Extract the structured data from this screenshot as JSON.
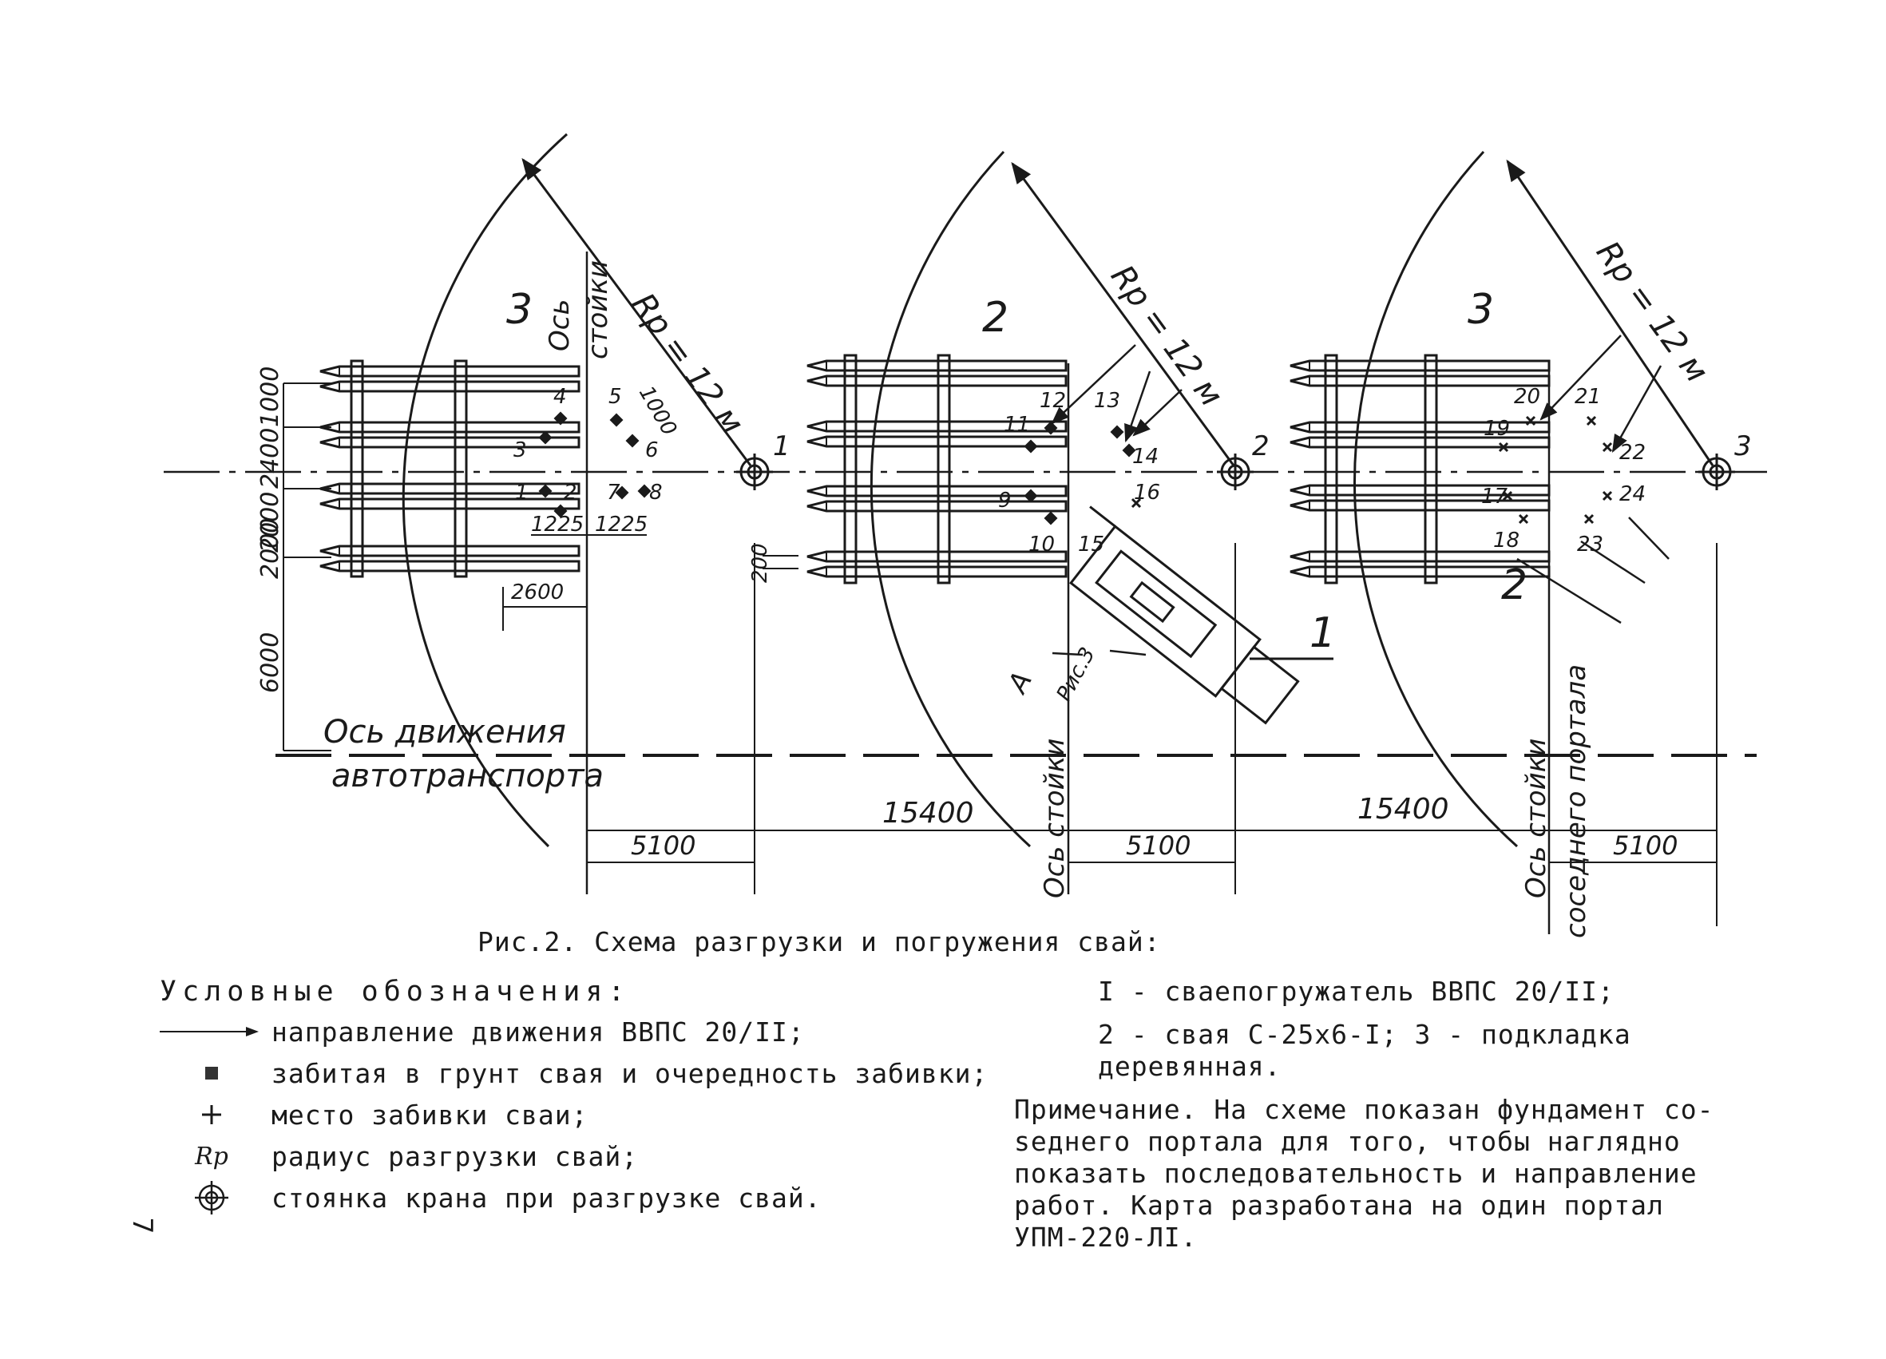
{
  "diagram": {
    "radius_labels": [
      "Rp = 12 м",
      "Rp = 12 м",
      "Rp = 12 м"
    ],
    "crane_labels": [
      "1",
      "2",
      "3"
    ],
    "item_numbers": [
      "3",
      "2",
      "1",
      "3",
      "2"
    ],
    "pile_numbers": [
      "1",
      "2",
      "3",
      "4",
      "5",
      "6",
      "7",
      "8",
      "9",
      "10",
      "11",
      "12",
      "13",
      "14",
      "15",
      "16",
      "17",
      "18",
      "19",
      "20",
      "21",
      "22",
      "23",
      "24"
    ],
    "row_dimensions": [
      "1000",
      "2400",
      "2000",
      "2000",
      "6000"
    ],
    "small_dimensions": [
      "1225",
      "1225",
      "2600",
      "1000",
      "200"
    ],
    "span_dimensions": [
      "15400",
      "15400"
    ],
    "offset_dimensions": [
      "5100",
      "5100",
      "5100"
    ],
    "axis_labels": {
      "stand_axis": [
        "Ось",
        "стойки"
      ],
      "motion_axis": [
        "Ось движения",
        "автотранспорта"
      ],
      "stand_axis_2": "Ось стойки",
      "neighbor_axis": [
        "Ось стойки",
        "соседнего портала"
      ]
    },
    "view_marker": [
      "А",
      "Рис.3"
    ]
  },
  "caption": "Рис.2. Схема разгрузки и погружения свай:",
  "legend": {
    "title": "Условные обозначения:",
    "items": [
      {
        "icon": "arrow-line-icon",
        "text": "направление движения ВВПС 20/II;"
      },
      {
        "icon": "filled-square-icon",
        "text": "забитая в грунт свая и очередность забивки;"
      },
      {
        "icon": "plus-icon",
        "text": "место забивки сваи;"
      },
      {
        "icon": "radius-symbol",
        "symbol": "Rp",
        "text": "радиус разгрузки свай;"
      },
      {
        "icon": "crane-target-icon",
        "text": "стоянка крана при разгрузке свай."
      }
    ]
  },
  "notes": [
    "I  - сваепогружатель ВВПС 20/II;",
    "2  - свая С-25х6-I;  3 - подкладка",
    "деревянная."
  ],
  "note": "Примечание. На схеме показан фундамент со-\n seднего портала для того, чтобы наглядно\nпоказать последовательность и направление\nработ. Карта разработана на  один  портал\nУПМ-220-ЛI.",
  "page_number": "7"
}
